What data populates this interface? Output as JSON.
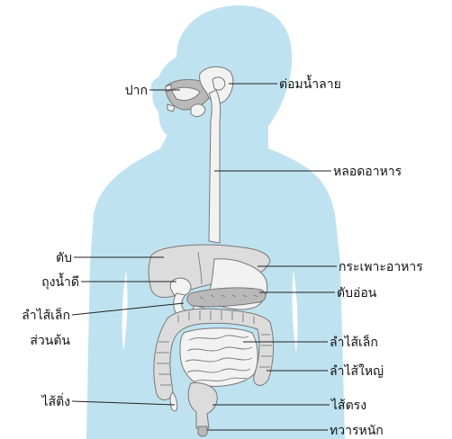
{
  "colors": {
    "body": "#bfe2f0",
    "organ_fill": "#dcdcdc",
    "organ_dark": "#b9b9b9",
    "organ_light": "#f2f2f2",
    "outline": "#777777"
  },
  "labels": {
    "mouth": "ปาก",
    "salivary_glands": "ต่อมน้ำลาย",
    "esophagus": "หลอดอาหาร",
    "liver": "ตับ",
    "stomach": "กระเพาะอาหาร",
    "gallbladder": "ถุงน้ำดี",
    "pancreas": "ตับอ่อน",
    "duodenum_line1": "ลำไส้เล็ก",
    "duodenum_line2": "ส่วนต้น",
    "small_intestine": "ลำไส้เล็ก",
    "large_intestine": "ลำไส้ใหญ่",
    "appendix": "ไส้ติ่ง",
    "rectum": "ไส้ตรง",
    "anus": "ทวารหนัก"
  }
}
